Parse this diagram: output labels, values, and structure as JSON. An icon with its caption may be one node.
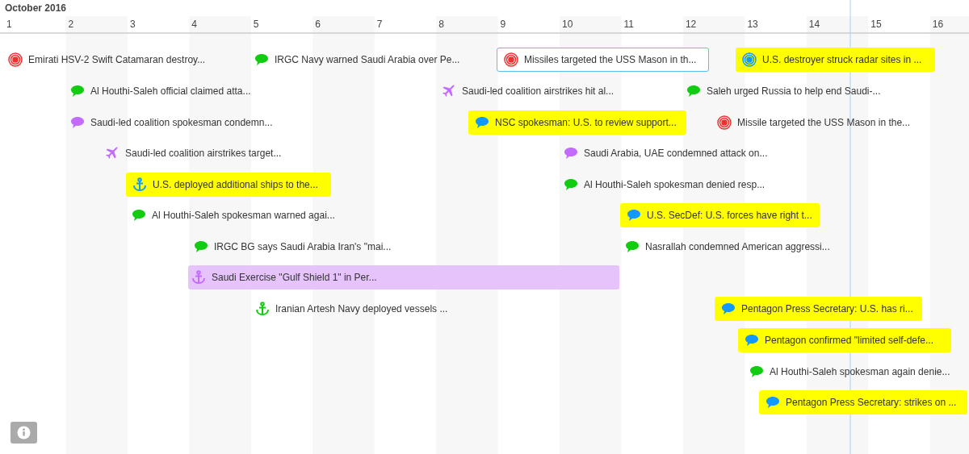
{
  "diagram": {
    "title": "October 2016",
    "nodes": [
      {
        "text": [
          "Emirati HSV-2 Swift Catamaran destroy..."
        ]
      },
      {
        "text": [
          "IRGC Navy warned Saudi Arabia over Pe..."
        ]
      },
      {
        "text": [
          "Missiles targeted the USS Mason in th..."
        ]
      },
      {
        "text": [
          "U.S. destroyer struck radar sites in ..."
        ]
      },
      {
        "text": [
          "Al Houthi-Saleh official claimed atta..."
        ]
      },
      {
        "text": [
          "Saudi-led coalition airstrikes hit al..."
        ]
      },
      {
        "text": [
          "Saleh urged Russia to help end Saudi-..."
        ]
      },
      {
        "text": [
          "Saudi-led coalition spokesman condemn..."
        ]
      },
      {
        "text": [
          "NSC spokesman: U.S. to review support..."
        ]
      },
      {
        "text": [
          "Missile targeted the USS Mason in the..."
        ]
      },
      {
        "text": [
          "Saudi-led coalition airstrikes target..."
        ]
      },
      {
        "text": [
          "Saudi Arabia, UAE condemned attack on..."
        ]
      },
      {
        "text": [
          "U.S. deployed additional ships to the..."
        ]
      },
      {
        "text": [
          "Al Houthi-Saleh spokesman denied resp..."
        ]
      },
      {
        "text": [
          "Al Houthi-Saleh spokesman warned agai..."
        ]
      },
      {
        "text": [
          "U.S. SecDef: U.S. forces have right t..."
        ]
      },
      {
        "text": [
          "IRGC BG says Saudi Arabia Iran's \"mai..."
        ]
      },
      {
        "text": [
          "Nasrallah condemned American aggressi..."
        ]
      },
      {
        "text": [
          "Saudi Exercise \"Gulf Shield 1\" in Per..."
        ]
      },
      {
        "text": [
          "Iranian Artesh Navy deployed vessels ..."
        ]
      },
      {
        "text": [
          "Pentagon Press Secretary: U.S. has ri..."
        ]
      },
      {
        "text": [
          "Pentagon confirmed \"limited self-defe..."
        ]
      },
      {
        "text": [
          "Al Houthi-Saleh spokesman again denie..."
        ]
      },
      {
        "text": [
          "Pentagon Press Secretary: strikes on ..."
        ]
      }
    ],
    "labels": [
      "1",
      "2",
      "3",
      "4",
      "5",
      "6",
      "7",
      "8",
      "9",
      "10",
      "11",
      "12",
      "13",
      "14",
      "15",
      "16"
    ]
  }
}
